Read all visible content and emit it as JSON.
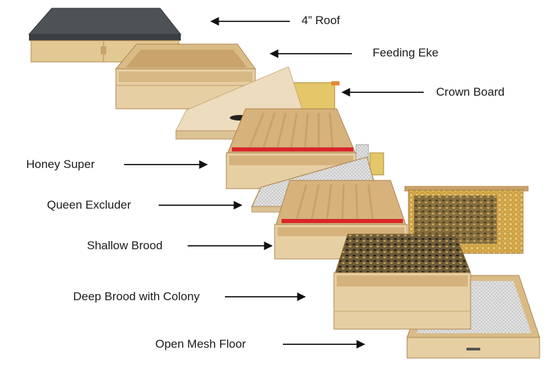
{
  "colors": {
    "wood_light": "#e6cfa3",
    "wood_mid": "#d4b27c",
    "wood_dark": "#b48a52",
    "roof_top": "#4a4f52",
    "red_spacer": "#d8262c",
    "mesh": "#dcdcdc",
    "comb": "#c99a3e",
    "bee": "#3a2a12",
    "arrow": "#111111"
  },
  "labels": [
    {
      "id": "roof",
      "text": "4” Roof"
    },
    {
      "id": "feeding-eke",
      "text": "Feeding Eke"
    },
    {
      "id": "crown-board",
      "text": "Crown Board"
    },
    {
      "id": "honey-super",
      "text": "Honey Super"
    },
    {
      "id": "queen-excluder",
      "text": "Queen Excluder"
    },
    {
      "id": "shallow-brood",
      "text": "Shallow Brood"
    },
    {
      "id": "deep-brood",
      "text": "Deep Brood with Colony"
    },
    {
      "id": "mesh-floor",
      "text": "Open Mesh Floor"
    }
  ]
}
